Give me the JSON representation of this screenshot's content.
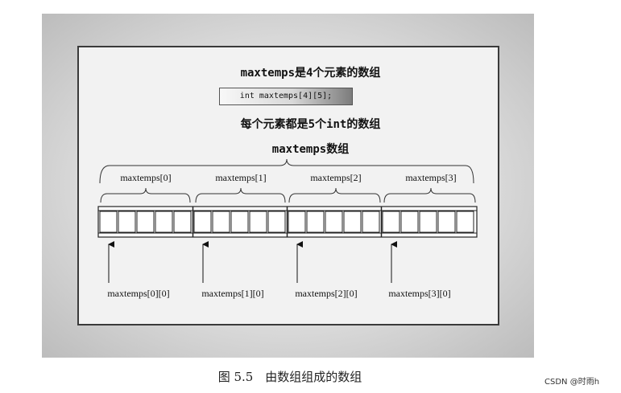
{
  "figure": {
    "heading_top": "maxtemps是4个元素的数组",
    "code": "int maxtemps[4][5];",
    "heading_middle": "每个元素都是5个int的数组",
    "array_title": "maxtemps数组",
    "subarrays": [
      "maxtemps[0]",
      "maxtemps[1]",
      "maxtemps[2]",
      "maxtemps[3]"
    ],
    "pointer_labels": [
      "maxtemps[0][0]",
      "maxtemps[1][0]",
      "maxtemps[2][0]",
      "maxtemps[3][0]"
    ],
    "ints_per_subarray": 5
  },
  "caption": "图 5.5　由数组组成的数组",
  "watermark": "CSDN @时雨h"
}
